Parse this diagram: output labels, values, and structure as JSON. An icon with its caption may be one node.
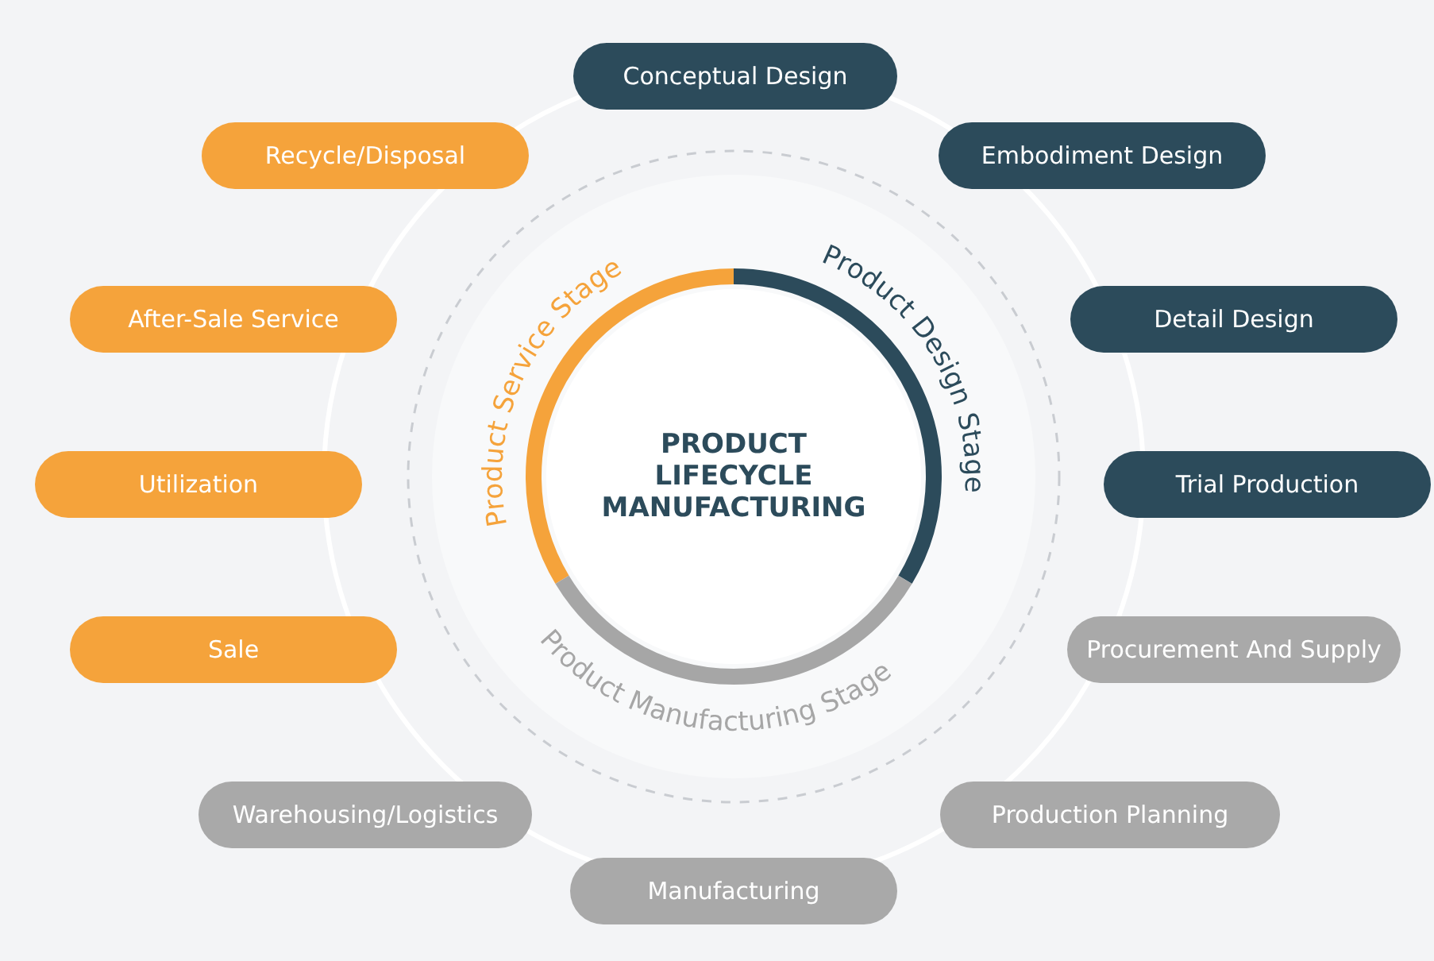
{
  "diagram": {
    "nodes": [
      {
        "text": [
          "PRODUCT LIFECYCLE MANUFACTURING"
        ]
      },
      {
        "text": [
          "Conceptual Design"
        ]
      },
      {
        "text": [
          "Embodiment Design"
        ]
      },
      {
        "text": [
          "Detail Design"
        ]
      },
      {
        "text": [
          "Trial Production"
        ]
      },
      {
        "text": [
          "Procurement And Supply"
        ]
      },
      {
        "text": [
          "Production Planning"
        ]
      },
      {
        "text": [
          "Manufacturing"
        ]
      },
      {
        "text": [
          "Warehousing/Logistics"
        ]
      },
      {
        "text": [
          "Sale"
        ]
      },
      {
        "text": [
          "Utilization"
        ]
      },
      {
        "text": [
          "After-Sale Service"
        ]
      },
      {
        "text": [
          "Recycle/Disposal"
        ]
      }
    ],
    "labels": [
      "Product Service Stage",
      "Product Design Stage",
      "Product Manufacturing Stage"
    ]
  }
}
